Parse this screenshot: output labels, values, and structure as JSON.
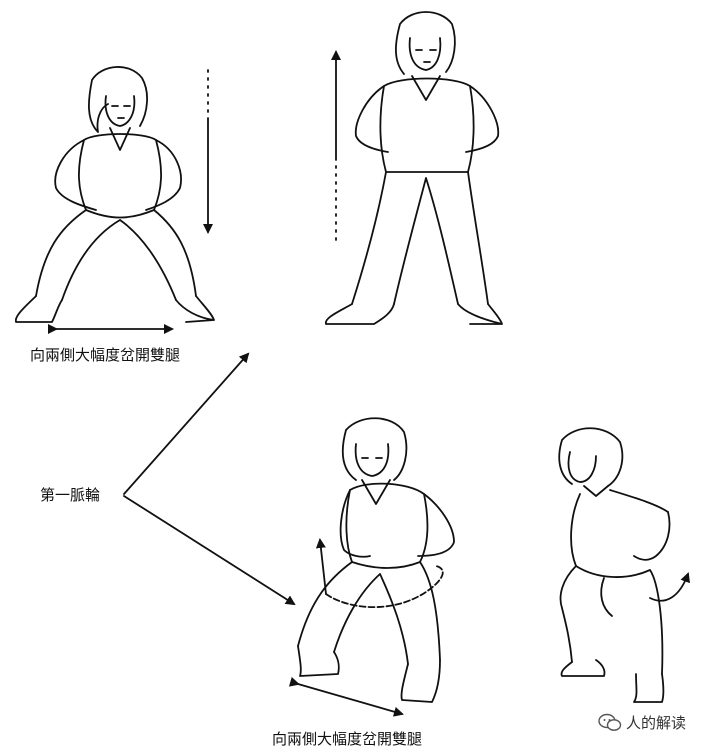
{
  "captions": {
    "top": "向兩側大幅度岔開雙腿",
    "bottom": "向兩側大幅度岔開雙腿"
  },
  "label_chakra": "第一脈輪",
  "watermark": {
    "text": "人的解读",
    "icon": "wechat-icon"
  },
  "icons": {
    "arrow_down": "arrow-down-icon",
    "arrow_up": "arrow-up-icon",
    "arrow_double": "double-arrow-icon",
    "arrow_rotate": "rotation-arrow-icon"
  }
}
